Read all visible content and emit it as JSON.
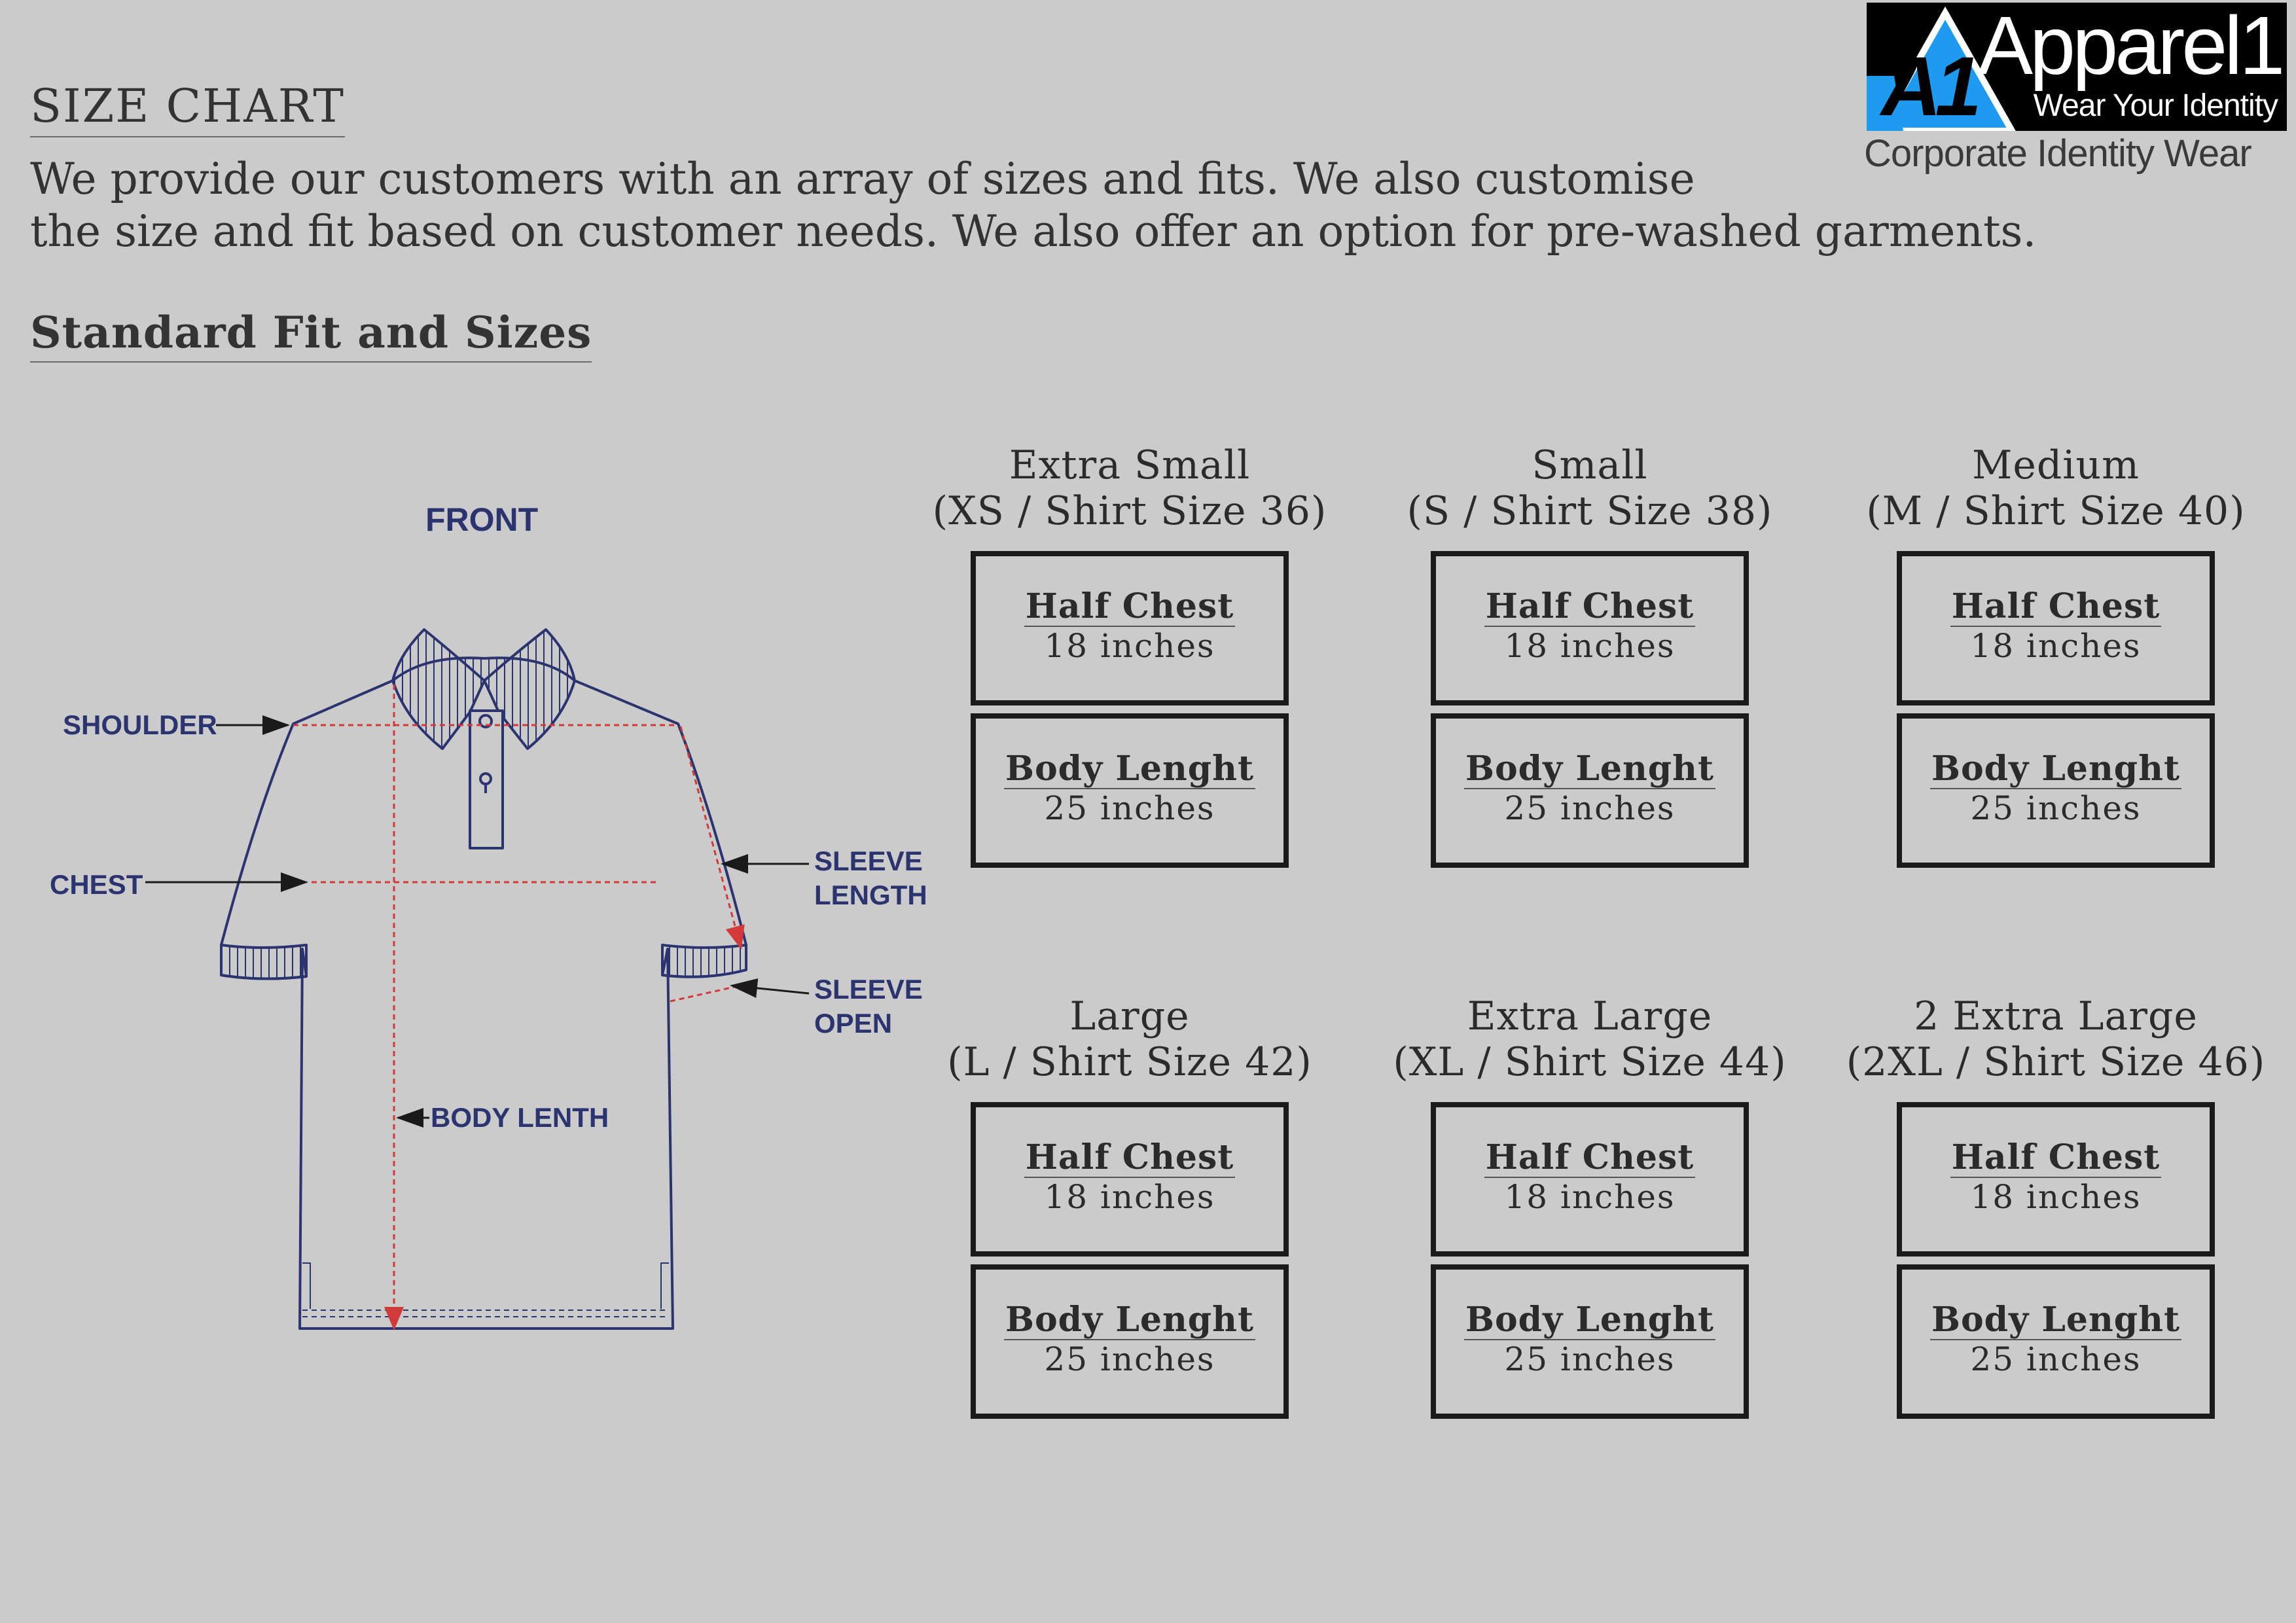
{
  "header": {
    "title": "SIZE CHART",
    "intro_line1": "We provide our customers with an array of sizes and fits. We also customise",
    "intro_line2": "the size and fit based on customer needs. We also offer an option for pre-washed garments.",
    "subtitle": "Standard Fit and Sizes"
  },
  "logo": {
    "mark": "A1",
    "name": "Apparel1",
    "tagline": "Wear Your Identity",
    "subtitle": "Corporate Identity Wear",
    "accent_color": "#1e9bf0"
  },
  "diagram": {
    "view_label": "FRONT",
    "labels": {
      "shoulder": "SHOULDER",
      "chest": "CHEST",
      "sleeve_length_1": "SLEEVE",
      "sleeve_length_2": "LENGTH",
      "sleeve_open_1": "SLEEVE",
      "sleeve_open_2": "OPEN",
      "body_length": "BODY LENTH"
    },
    "line_color": "#2c3470",
    "measure_color": "#d23a3a"
  },
  "sizes": [
    {
      "name": "Extra Small",
      "code": "(XS / Shirt Size 36)",
      "half_chest_label": "Half Chest",
      "half_chest": "18 inches",
      "body_length_label": "Body Lenght",
      "body_length": "25 inches"
    },
    {
      "name": "Small",
      "code": "(S / Shirt Size 38)",
      "half_chest_label": "Half Chest",
      "half_chest": "18 inches",
      "body_length_label": "Body Lenght",
      "body_length": "25 inches"
    },
    {
      "name": "Medium",
      "code": "(M / Shirt Size 40)",
      "half_chest_label": "Half Chest",
      "half_chest": "18 inches",
      "body_length_label": "Body Lenght",
      "body_length": "25 inches"
    },
    {
      "name": "Large",
      "code": "(L / Shirt Size 42)",
      "half_chest_label": "Half Chest",
      "half_chest": "18 inches",
      "body_length_label": "Body Lenght",
      "body_length": "25 inches"
    },
    {
      "name": "Extra Large",
      "code": "(XL / Shirt Size 44)",
      "half_chest_label": "Half Chest",
      "half_chest": "18 inches",
      "body_length_label": "Body Lenght",
      "body_length": "25 inches"
    },
    {
      "name": "2 Extra Large",
      "code": "(2XL / Shirt Size 46)",
      "half_chest_label": "Half Chest",
      "half_chest": "18 inches",
      "body_length_label": "Body Lenght",
      "body_length": "25 inches"
    }
  ]
}
